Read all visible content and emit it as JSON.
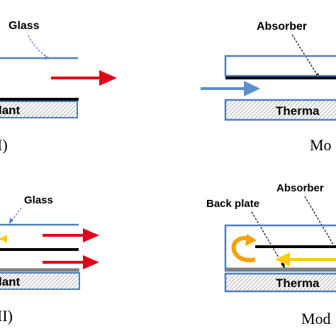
{
  "top_left": {
    "glass_label": "Glass",
    "plant_label": "lant",
    "mode_label": "I)"
  },
  "top_right": {
    "absorber_label": "Absorber",
    "thermal_label": "Therma",
    "mode_label": "Mo"
  },
  "bottom_left": {
    "glass_label": "Glass",
    "plant_label": "lant",
    "mode_label": "II)"
  },
  "bottom_right": {
    "absorber_label": "Absorber",
    "back_plate_label": "Back plate",
    "thermal_label": "Therma",
    "mode_label": "Mod"
  },
  "colors": {
    "glass_line": "#4f7fbf",
    "absorber": "#000000",
    "red_arrow": "#e0001b",
    "blue_arrow": "#5b8fd0",
    "yellow_arrow": "#ffcc00",
    "orange_curve": "#f4a100",
    "back_plate": "#808080",
    "thermal_border": "#4f7fbf",
    "hatch": "#9a9a9a"
  }
}
